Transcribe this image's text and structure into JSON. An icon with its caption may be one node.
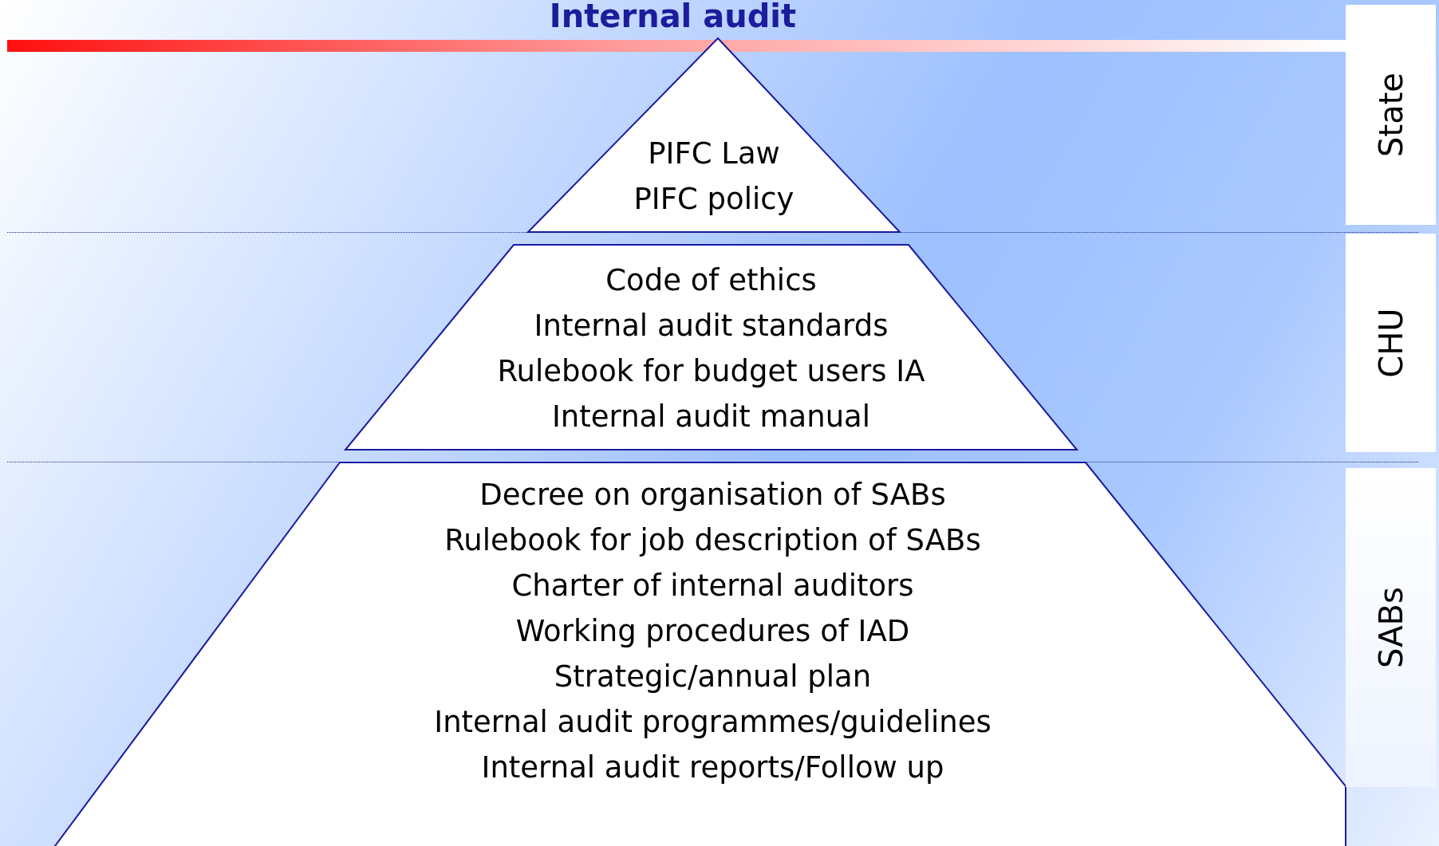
{
  "diagram": {
    "title": "Internal audit",
    "nodes": [
      {
        "text": [
          "PIFC Law",
          "PIFC policy"
        ]
      },
      {
        "text": [
          "Code of ethics",
          "Internal audit standards",
          "Rulebook for budget users IA",
          "Internal audit manual"
        ]
      },
      {
        "text": [
          "Decree on organisation of SABs",
          "Rulebook for job description of SABs",
          "Charter of internal auditors",
          "Working procedures of IAD",
          "Strategic/annual plan",
          "Internal audit programmes/guidelines",
          "Internal audit reports/Follow up"
        ]
      },
      {
        "text": [
          "State"
        ]
      },
      {
        "text": [
          "CHU"
        ]
      },
      {
        "text": [
          "SABs"
        ]
      }
    ]
  }
}
